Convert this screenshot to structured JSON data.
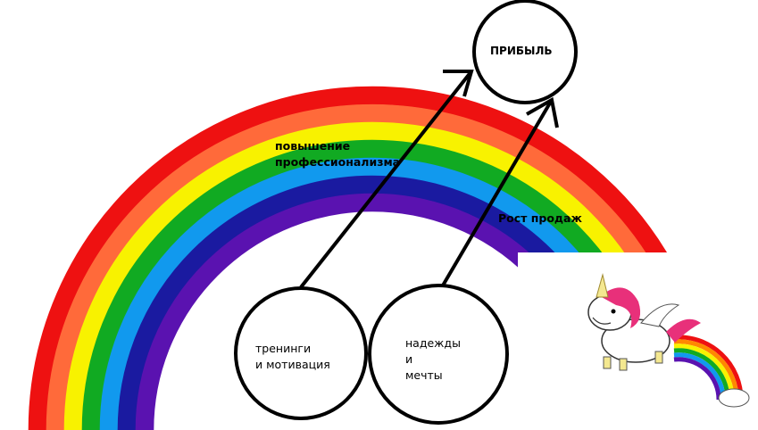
{
  "colors": {
    "rainbow_bands": [
      "#ee1111",
      "#ff6a3a",
      "#f8f200",
      "#11aa22",
      "#1199ee",
      "#1a1aa0",
      "#5a12b0"
    ],
    "stroke": "#000000",
    "background": "#ffffff"
  },
  "nodes": {
    "profit": "ПРИБЫЛЬ",
    "training_line1": "тренинги",
    "training_line2": "и мотивация",
    "dreams_line1": "надежды",
    "dreams_line2": "и",
    "dreams_line3": "мечты"
  },
  "edge_labels": {
    "professionalism_line1": "повышение",
    "professionalism_line2": "профессионализма",
    "sales_growth": "Рост продаж"
  },
  "decoration": "unicorn-rainbow-illustration"
}
